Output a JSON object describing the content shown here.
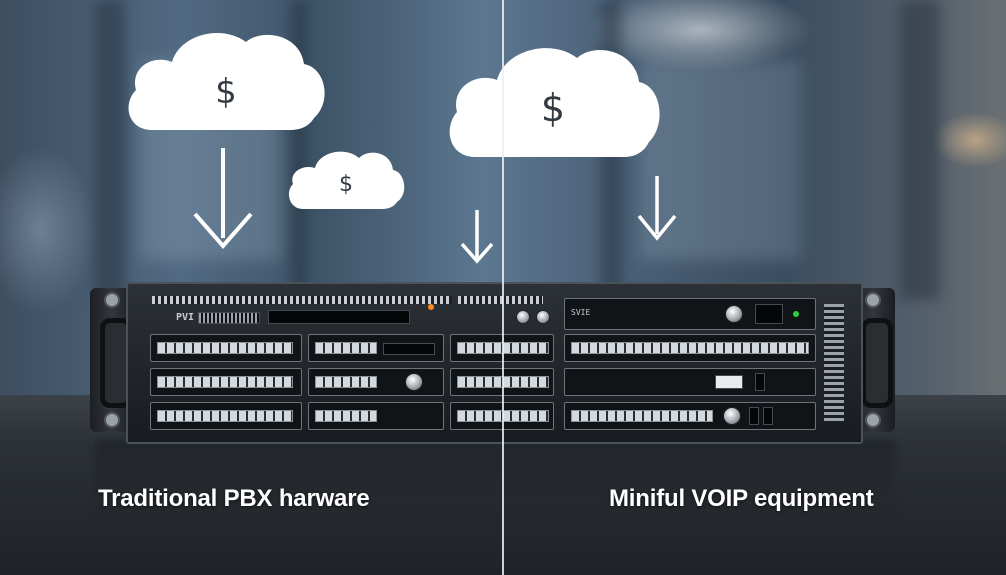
{
  "scene": {
    "description_labels": {
      "left": "Traditional PBX harware",
      "right": "Miniful VOIP equipment"
    },
    "clouds": [
      {
        "symbol": "$"
      },
      {
        "symbol": "$"
      },
      {
        "symbol": "$"
      }
    ],
    "device_text": {
      "left_badge": "PVI",
      "right_badge": "SVIE"
    },
    "colors": {
      "cloud": "#ffffff",
      "symbol": "#333a42",
      "divider": "#ebf0f5",
      "label": "#ffffff",
      "led_green": "#2ecc40",
      "led_orange": "#ff8a1f"
    }
  }
}
